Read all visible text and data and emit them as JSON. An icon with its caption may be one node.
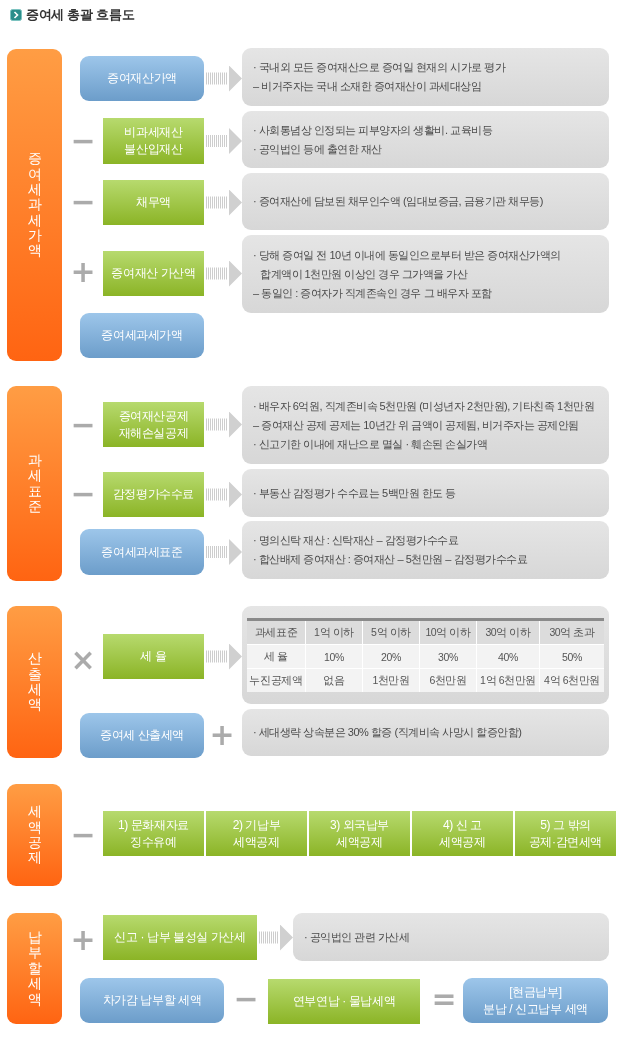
{
  "diagram": {
    "title": "증여세 총괄 흐름도",
    "nodes": [
      {
        "text": [
          "증여세 과세가액"
        ]
      },
      {
        "text": [
          "증여재산가액"
        ]
      },
      {
        "text": [
          "· 국내외 모든 증여재산으로 증여일 현재의 시가로 평가",
          "– 비거주자는 국내 소재한 증여재산이 과세대상임"
        ]
      },
      {
        "text": [
          "비과세재산 불산입재산"
        ]
      },
      {
        "text": [
          "· 사회통념상 인정되는 피부양자의 생활비. 교육비등",
          "· 공익법인 등에 출연한 재산"
        ]
      },
      {
        "text": [
          "채무액"
        ]
      },
      {
        "text": [
          "· 증여재산에 담보된 채무인수액 (임대보증금, 금융기관 채무등)"
        ]
      },
      {
        "text": [
          "증여재산 가산액"
        ]
      },
      {
        "text": [
          "· 당해 증여일 전 10년 이내에 동일인으로부터 받은 증여재산가액의 합계액이 1천만원 이상인 경우 그가액을 가산",
          "– 동일인 : 증여자가 직계존속인 경우 그 배우자 포함"
        ]
      },
      {
        "text": [
          "증여세과세가액"
        ]
      },
      {
        "text": [
          "과세표준"
        ]
      },
      {
        "text": [
          "증여재산공제 재해손실공제"
        ]
      },
      {
        "text": [
          "· 배우자 6억원, 직계존비속 5천만원 (미성년자 2천만원), 기타친족 1천만원",
          "– 증여재산 공제 공제는 10년간 위 금액이 공제됨, 비거주자는 공제안됨",
          "· 신고기한 이내에 재난으로 멸실 · 훼손된 손실가액"
        ]
      },
      {
        "text": [
          "감정평가수수료"
        ]
      },
      {
        "text": [
          "· 부동산 감정평가 수수료는 5백만원 한도 등"
        ]
      },
      {
        "text": [
          "증여세과세표준"
        ]
      },
      {
        "text": [
          "· 명의신탁 재산 : 신탁재산 – 감정평가수수료",
          "· 합산배제 증여재산 : 증여재산 – 5천만원 – 감정평가수수료"
        ]
      },
      {
        "text": [
          "산출세액"
        ]
      },
      {
        "text": [
          "세 율"
        ]
      },
      {
        "text": [
          "과세표준",
          "1억 이하",
          "5억 이하",
          "10억 이하",
          "30억 이하",
          "30억 초과",
          "세 율",
          "10%",
          "20%",
          "30%",
          "40%",
          "50%",
          "누진공제액",
          "없음",
          "1천만원",
          "6천만원",
          "1억 6천만원",
          "4억 6천만원"
        ]
      },
      {
        "text": [
          "증여세 산출세액"
        ]
      },
      {
        "text": [
          "· 세대생략 상속분은 30% 할증 (직계비속 사망시 할증안함)"
        ]
      },
      {
        "text": [
          "세액공제"
        ]
      },
      {
        "text": [
          "1) 문화재자료 징수유예"
        ]
      },
      {
        "text": [
          "2) 기납부 세액공제"
        ]
      },
      {
        "text": [
          "3) 외국납부 세액공제"
        ]
      },
      {
        "text": [
          "4) 신 고 세액공제"
        ]
      },
      {
        "text": [
          "5) 그 밖의 공제·감면세액"
        ]
      },
      {
        "text": [
          "납부할세액"
        ]
      },
      {
        "text": [
          "신고 · 납부 불성실 가산세"
        ]
      },
      {
        "text": [
          "· 공익법인 관련 가산세"
        ]
      },
      {
        "text": [
          "차가감 납부할 세액"
        ]
      },
      {
        "text": [
          "연부연납 · 물납세액"
        ]
      },
      {
        "text": [
          "[현금납부]",
          "분납 / 신고납부 세액"
        ]
      }
    ],
    "edges": [
      {
        "from": 1,
        "to": 2,
        "arrow": "to"
      },
      {
        "from": 3,
        "to": 4,
        "arrow": "to"
      },
      {
        "from": 5,
        "to": 6,
        "arrow": "to"
      },
      {
        "from": 7,
        "to": 8,
        "arrow": "to"
      },
      {
        "from": 11,
        "to": 12,
        "arrow": "to"
      },
      {
        "from": 13,
        "to": 14,
        "arrow": "to"
      },
      {
        "from": 15,
        "to": 16,
        "arrow": "to"
      },
      {
        "from": 18,
        "to": 19,
        "arrow": "to"
      },
      {
        "from": 29,
        "to": 30,
        "arrow": "to"
      }
    ],
    "labels": [
      "−",
      "−",
      "+",
      "−",
      "−",
      "×",
      "+",
      "−",
      "+",
      "−",
      "="
    ]
  }
}
